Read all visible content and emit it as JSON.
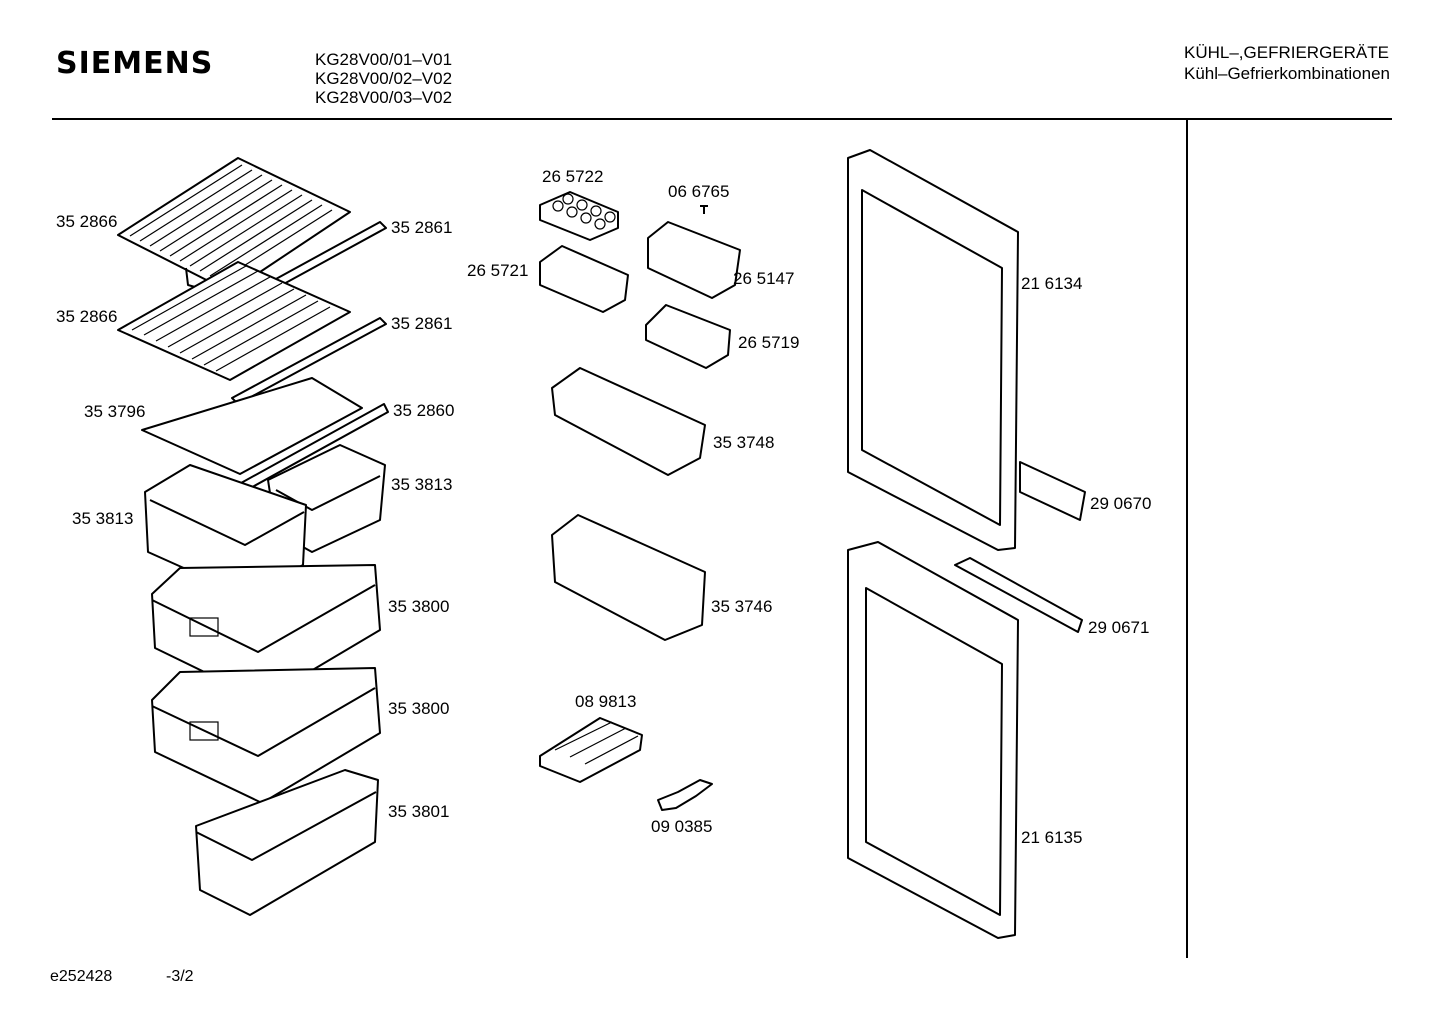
{
  "header": {
    "brand": "SIEMENS",
    "models": [
      "KG28V00/01–V01",
      "KG28V00/02–V02",
      "KG28V00/03–V02"
    ],
    "category_line1": "KÜHL–,GEFRIERGERÄTE",
    "category_line2": "Kühl–Gefrierkombinationen"
  },
  "parts": {
    "p352866a": "35 2866",
    "p352861a": "35 2861",
    "p352866b": "35 2866",
    "p352861b": "35 2861",
    "p353796": "35 3796",
    "p352860": "35 2860",
    "p353813a": "35 3813",
    "p353813b": "35 3813",
    "p353800a": "35 3800",
    "p353800b": "35 3800",
    "p353801": "35 3801",
    "p265722": "26 5722",
    "p066765": "06 6765",
    "p265721": "26 5721",
    "p265147": "26 5147",
    "p265719": "26 5719",
    "p353748": "35 3748",
    "p353746": "35 3746",
    "p089813": "08 9813",
    "p090385": "09 0385",
    "p216134": "21 6134",
    "p290670": "29 0670",
    "p290671": "29 0671",
    "p216135": "21 6135"
  },
  "footer": {
    "doc_id": "e252428",
    "page": "-3/2"
  }
}
